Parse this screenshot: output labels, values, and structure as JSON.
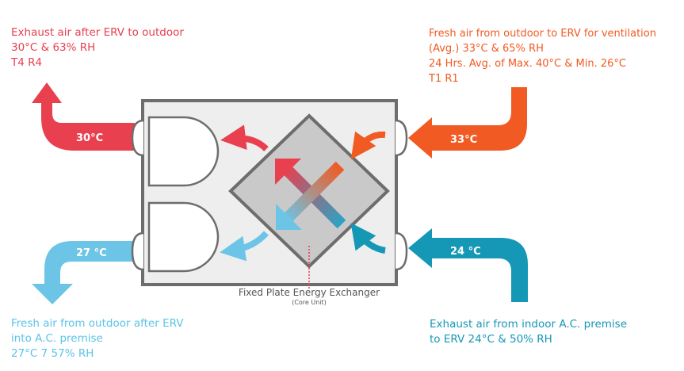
{
  "colors": {
    "exhaust_out": "#e8404f",
    "fresh_in": "#f15a22",
    "supply": "#6cc5e6",
    "return": "#1597b6",
    "housing_fill": "#eeeeee",
    "housing_stroke": "#6d6d6d"
  },
  "labels": {
    "exhaust_out": [
      "Exhaust air after ERV to outdoor",
      "30°C & 63% RH",
      "T4 R4"
    ],
    "fresh_in": [
      "Fresh air from outdoor to ERV for ventilation",
      "(Avg.) 33°C & 65% RH",
      "24 Hrs. Avg. of Max. 40°C & Min. 26°C",
      "T1 R1"
    ],
    "supply": [
      "Fresh air from outdoor after ERV",
      "into A.C. premise",
      "27°C 7 57% RH"
    ],
    "return": [
      "Exhaust air from indoor A.C. premise",
      "to ERV 24°C & 50% RH"
    ]
  },
  "temps": {
    "exhaust_out": "30°C",
    "fresh_in": "33°C",
    "supply": "27 °C",
    "return": "24 °C"
  },
  "core": {
    "caption": "Fixed Plate Energy Exchanger",
    "sub_caption": "(Core Unit)"
  }
}
